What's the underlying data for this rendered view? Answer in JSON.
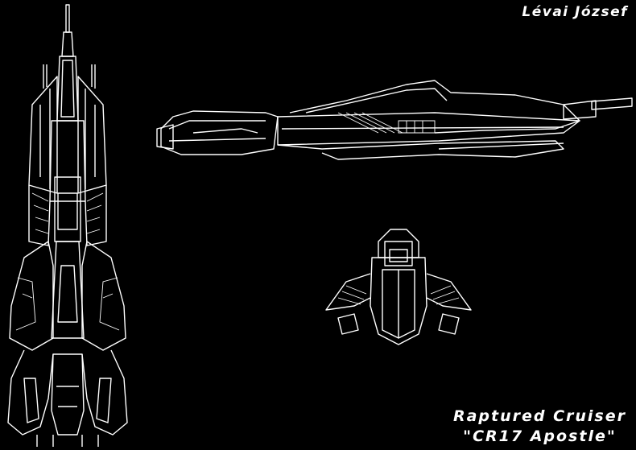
{
  "author": "Lévai József",
  "ship": {
    "name": "Raptured Cruiser",
    "designation": "\"CR17 Apostle\""
  },
  "views": [
    "top-view",
    "side-view",
    "front-view"
  ],
  "colors": {
    "background": "#000000",
    "lines": "#ffffff"
  }
}
